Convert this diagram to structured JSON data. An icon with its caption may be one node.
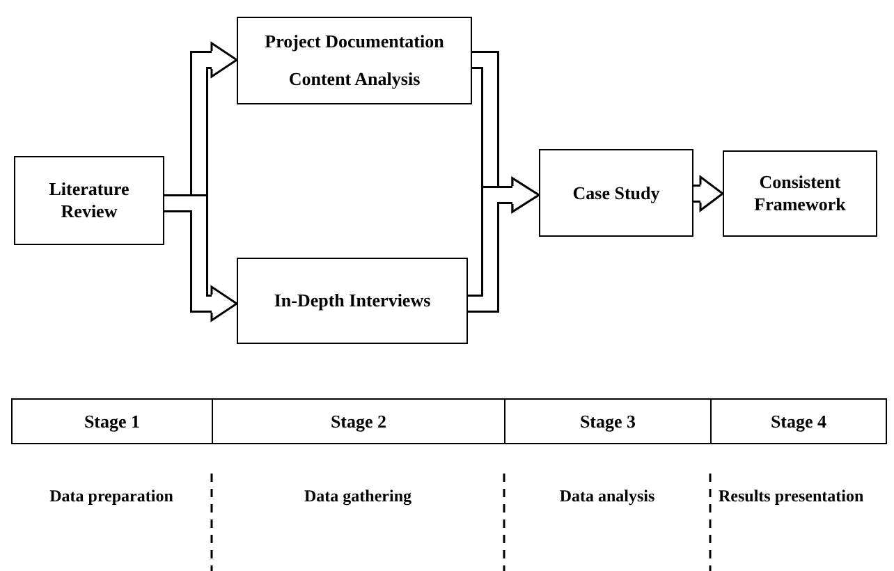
{
  "diagram": {
    "nodes": [
      {
        "text": [
          "Literature Review"
        ]
      },
      {
        "text": [
          "Project Documentation",
          "Content Analysis"
        ]
      },
      {
        "text": [
          "In-Depth Interviews"
        ]
      },
      {
        "text": [
          "Case Study"
        ]
      },
      {
        "text": [
          "Consistent Framework"
        ]
      }
    ],
    "edges": [
      {
        "from": 0,
        "to": 1,
        "arrow": "to"
      },
      {
        "from": 0,
        "to": 2,
        "arrow": "to"
      },
      {
        "from": 1,
        "to": 3,
        "arrow": "to"
      },
      {
        "from": 2,
        "to": 3,
        "arrow": "to"
      },
      {
        "from": 3,
        "to": 4,
        "arrow": "to"
      }
    ],
    "labels": [
      "Stage 1",
      "Stage 2",
      "Stage 3",
      "Stage 4",
      "Data preparation",
      "Data gathering",
      "Data analysis",
      "Results presentation"
    ]
  }
}
